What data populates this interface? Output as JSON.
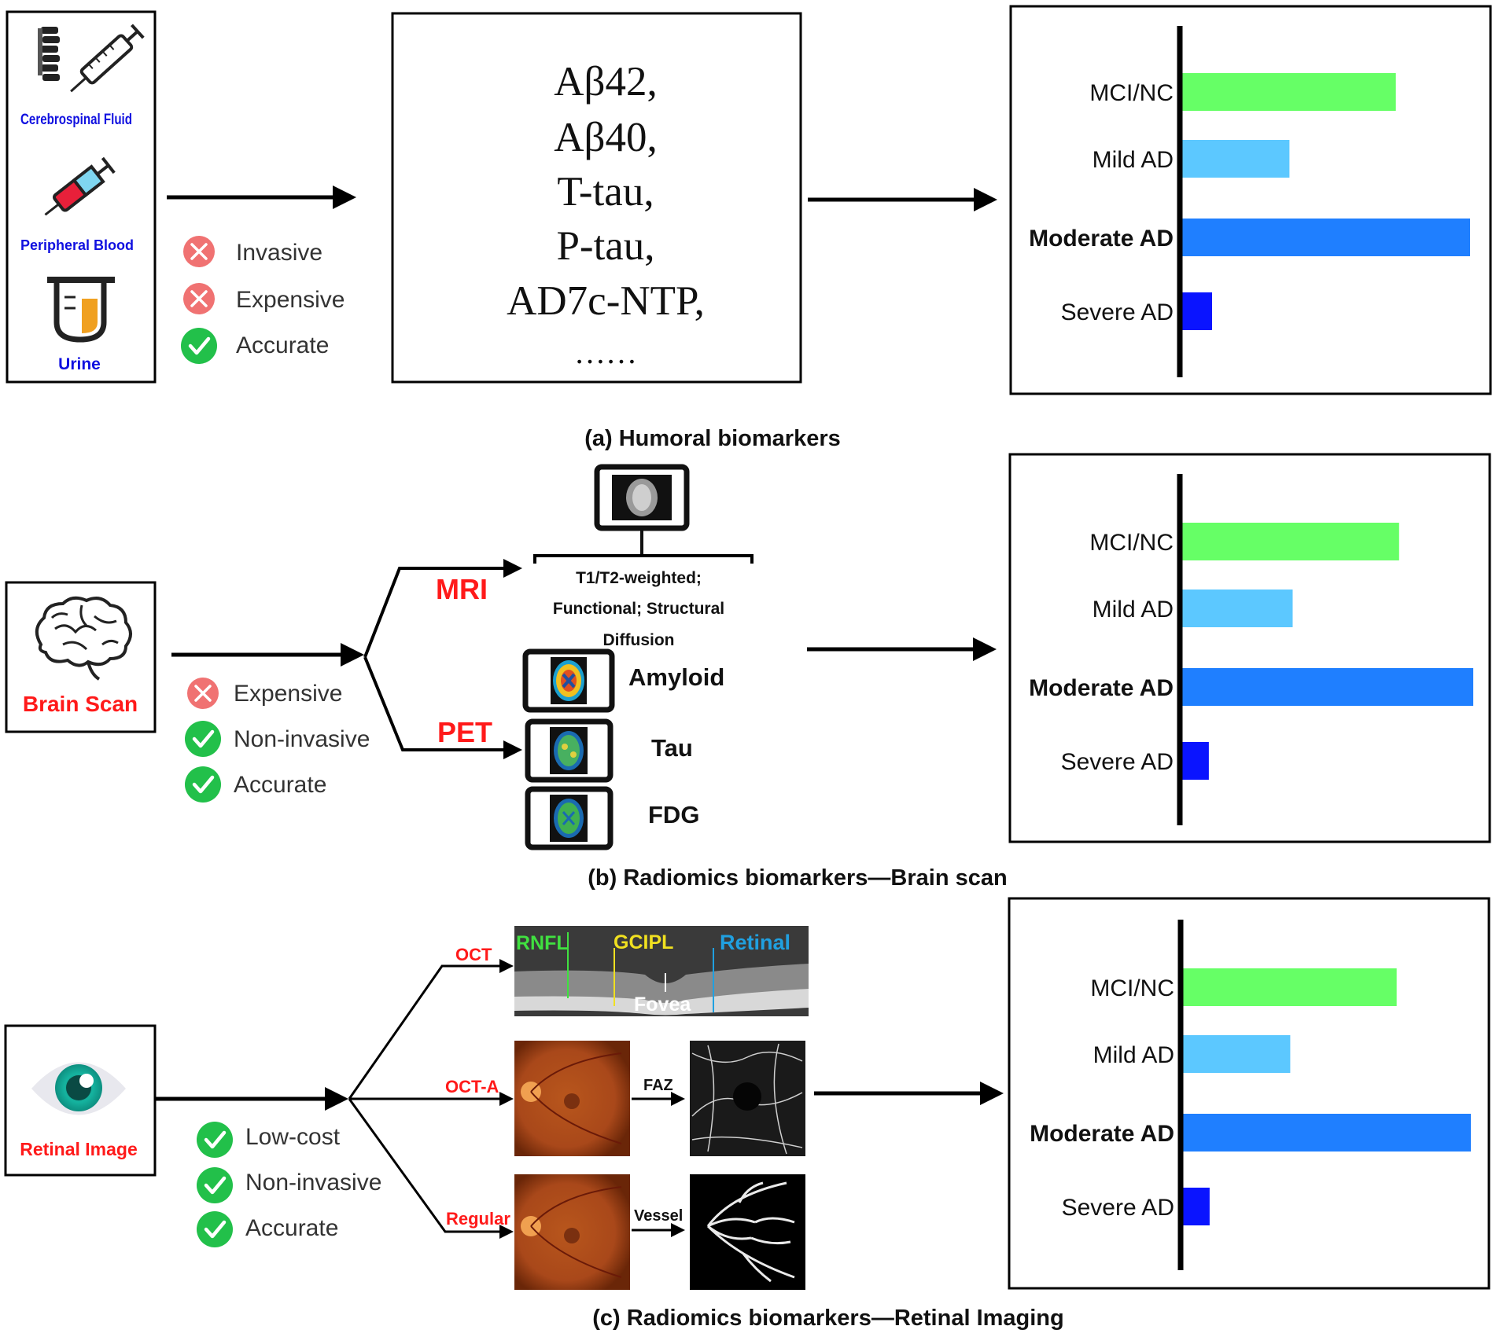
{
  "colors": {
    "mci": "#66ff66",
    "mild": "#5cc8ff",
    "moderate": "#1f7fff",
    "severe": "#0a14ff",
    "sample_label": "#1010e0",
    "scan_label": "#ff1a1a",
    "cross": "#f07272",
    "check": "#22c04a"
  },
  "panels": [
    {
      "caption": "(a) Humoral biomarkers",
      "sources": [
        "Cerebrospinal Fluid",
        "Peripheral Blood",
        "Urine"
      ],
      "source_icons": [
        "spine-icon",
        "syringe-icon",
        "blood-syringe-icon",
        "test-tube-icon"
      ],
      "properties": [
        {
          "label": "Invasive",
          "status": "negative"
        },
        {
          "label": "Expensive",
          "status": "negative"
        },
        {
          "label": "Accurate",
          "status": "positive"
        }
      ],
      "markers": [
        "Aβ42,",
        "Aβ40,",
        "T-tau,",
        "P-tau,",
        "AD7c-NTP,",
        "……"
      ]
    },
    {
      "caption": "(b) Radiomics biomarkers—Brain scan",
      "source": "Brain Scan",
      "source_icon": "brain-icon",
      "properties": [
        {
          "label": "Expensive",
          "status": "negative"
        },
        {
          "label": "Non-invasive",
          "status": "positive"
        },
        {
          "label": "Accurate",
          "status": "positive"
        }
      ],
      "mri": {
        "label": "MRI",
        "types": [
          "T1/T2-weighted;",
          "Functional; Structural",
          "Diffusion"
        ]
      },
      "pet": {
        "label": "PET",
        "tracers": [
          "Amyloid",
          "Tau",
          "FDG"
        ]
      }
    },
    {
      "caption": "(c) Radiomics biomarkers—Retinal Imaging",
      "source": "Retinal Image",
      "source_icon": "eye-icon",
      "properties": [
        {
          "label": "Low-cost",
          "status": "positive"
        },
        {
          "label": "Non-invasive",
          "status": "positive"
        },
        {
          "label": "Accurate",
          "status": "positive"
        }
      ],
      "branches": [
        "OCT",
        "OCT-A",
        "Regular"
      ],
      "oct_layers": [
        "RNFL",
        "GCIPL",
        "Retinal",
        "Fovea"
      ],
      "octa_output": "FAZ",
      "regular_output": "Vessel"
    }
  ],
  "chart_data": [
    {
      "type": "bar",
      "categories": [
        "MCI/NC",
        "Mild AD",
        "Moderate AD",
        "Severe AD"
      ],
      "values": [
        67,
        34,
        90,
        10
      ],
      "highlight": "Moderate AD",
      "orientation": "horizontal",
      "axes": "none"
    },
    {
      "type": "bar",
      "categories": [
        "MCI/NC",
        "Mild AD",
        "Moderate AD",
        "Severe AD"
      ],
      "values": [
        68,
        35,
        91,
        9
      ],
      "highlight": "Moderate AD",
      "orientation": "horizontal",
      "axes": "none"
    },
    {
      "type": "bar",
      "categories": [
        "MCI/NC",
        "Mild AD",
        "Moderate AD",
        "Severe AD"
      ],
      "values": [
        67,
        34,
        90,
        9
      ],
      "highlight": "Moderate AD",
      "orientation": "horizontal",
      "axes": "none"
    }
  ]
}
